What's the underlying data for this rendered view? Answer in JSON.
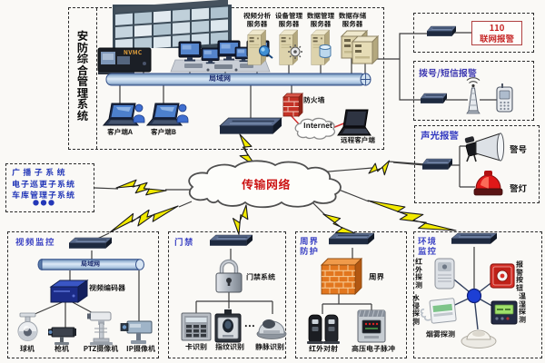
{
  "management_system": {
    "title": "安防综合管理系统",
    "video_wall_device_label": "NVMC",
    "lan_label": "局域网",
    "servers": [
      {
        "label": "视频分析\n服务器"
      },
      {
        "label": "设备管理\n服务器"
      },
      {
        "label": "数据管理\n服务器"
      },
      {
        "label": "数据存储\n服务器"
      }
    ],
    "clients": [
      {
        "label": "客户端A"
      },
      {
        "label": "客户端B"
      }
    ],
    "firewall_label": "防火墙",
    "internet_label": "Internet",
    "remote_client_label": "远程客户端"
  },
  "alarm_boxes": {
    "police_networked_alarm": {
      "label": "110\n联网报警"
    },
    "dial_sms_alarm": {
      "title": "拨号/短信报警"
    },
    "sound_light_alarm": {
      "title": "声光报警",
      "horn_label": "警号",
      "beacon_label": "警灯"
    }
  },
  "subsystems_box": {
    "lines": [
      "广播子系统",
      "电子巡更子系统",
      "车库管理子系统"
    ],
    "ellipsis": "●●●"
  },
  "cloud": {
    "label": "传输网络"
  },
  "video_surveillance_box": {
    "title": "视频监控",
    "lan_label": "局域网",
    "encoder_label": "视频编码器",
    "cameras": [
      {
        "label": "球机"
      },
      {
        "label": "枪机"
      },
      {
        "label": "PTZ摄像机"
      },
      {
        "label": "IP摄像机"
      }
    ]
  },
  "access_control_box": {
    "title": "门禁",
    "lock_label": "门禁系统",
    "devices": [
      {
        "label": "卡识别"
      },
      {
        "label": "指纹识别"
      },
      {
        "label": "静脉识别"
      }
    ],
    "ellipsis": "..."
  },
  "perimeter_box": {
    "title": "周界\n防护",
    "wall_label": "周界",
    "devices": [
      {
        "label": "红外对射"
      },
      {
        "label": "高压电子脉冲"
      }
    ]
  },
  "environment_box": {
    "title": "环境\n监控",
    "sensors": {
      "infrared": "红外探测",
      "water": "水侵探测",
      "smoke": "烟雾探测",
      "alarm_button": "报警按钮",
      "temp_humidity": "温湿探测"
    }
  },
  "colors": {
    "background": "#faf9f6",
    "box_border": "#2b2b2b",
    "blue_title": "#3b42c4",
    "red_text": "#cc1414",
    "lan_pipe": "#b9cde4",
    "lightning": "#f5ee00",
    "firewall_red": "#c43226"
  }
}
